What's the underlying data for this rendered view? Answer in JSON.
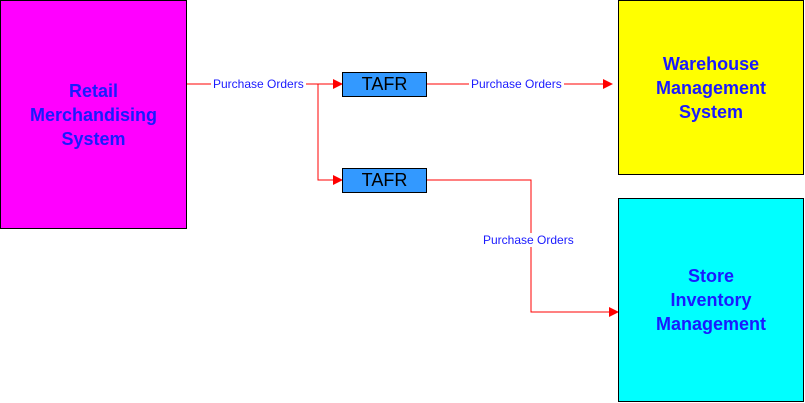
{
  "systems": {
    "retail": "Retail\nMerchandising\nSystem",
    "warehouse": "Warehouse\nManagement\nSystem",
    "store": "Store\nInventory\nManagement"
  },
  "transforms": {
    "tafr1": "TAFR",
    "tafr2": "TAFR"
  },
  "flows": {
    "retail_to_tafr": "Purchase Orders",
    "tafr_to_warehouse": "Purchase Orders",
    "tafr_to_store": "Purchase Orders"
  },
  "colors": {
    "retail": "#ff00ff",
    "warehouse": "#ffff00",
    "store": "#00ffff",
    "tafr": "#3399ff",
    "flow": "#ff0000",
    "label": "#1a1aff"
  }
}
